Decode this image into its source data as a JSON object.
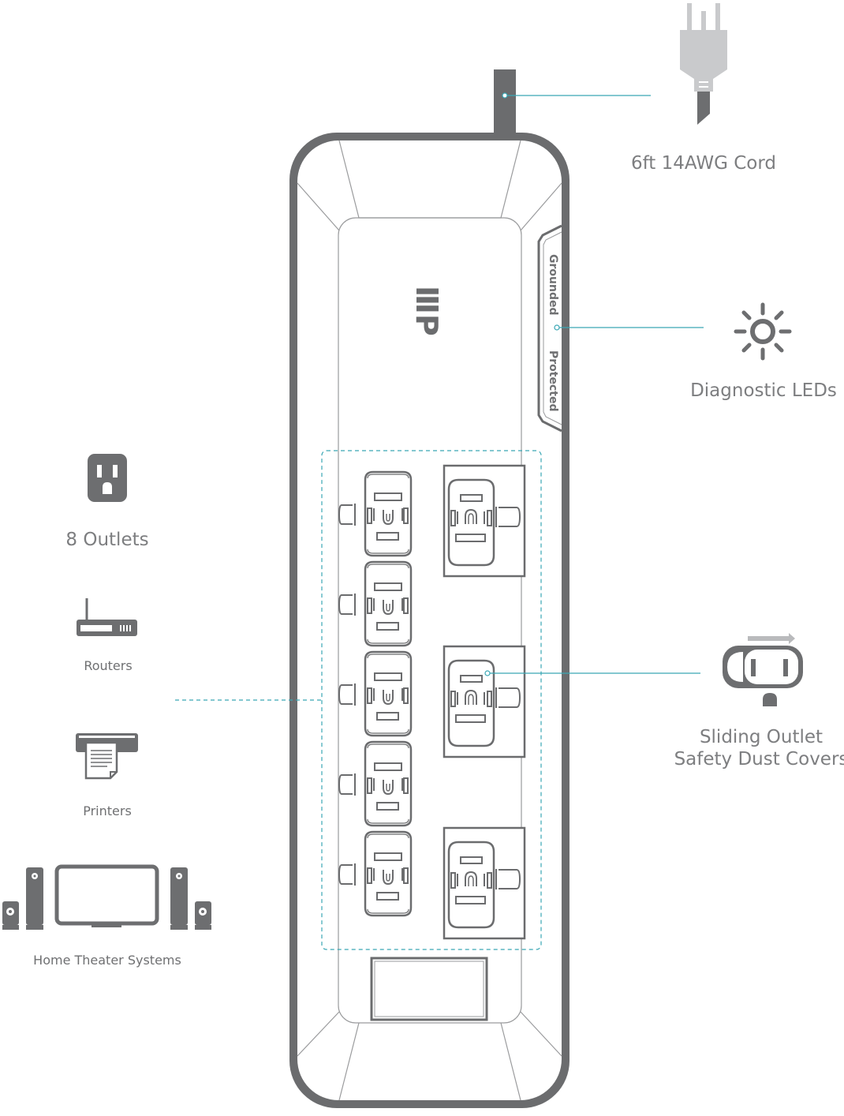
{
  "callouts": {
    "cord": "6ft 14AWG Cord",
    "leds": "Diagnostic LEDs",
    "outlets": "8 Outlets",
    "covers_line1": "Sliding Outlet",
    "covers_line2": "Safety Dust Covers"
  },
  "led_labels": {
    "grounded": "Grounded",
    "protected": "Protected"
  },
  "devices": {
    "routers": "Routers",
    "printers": "Printers",
    "home_theater": "Home Theater Systems"
  },
  "brand_mark": "ⅢP",
  "colors": {
    "outline": "#6b6c6e",
    "icon_gray": "#6d6e70",
    "plug_gray": "#c9cacc",
    "accent_teal": "#3aa7b5",
    "label_gray": "#7d7e80"
  },
  "icons": [
    "plug-icon",
    "sun-icon",
    "outlet-icon",
    "router-icon",
    "printer-icon",
    "home-theater-icon",
    "dust-cover-icon"
  ]
}
